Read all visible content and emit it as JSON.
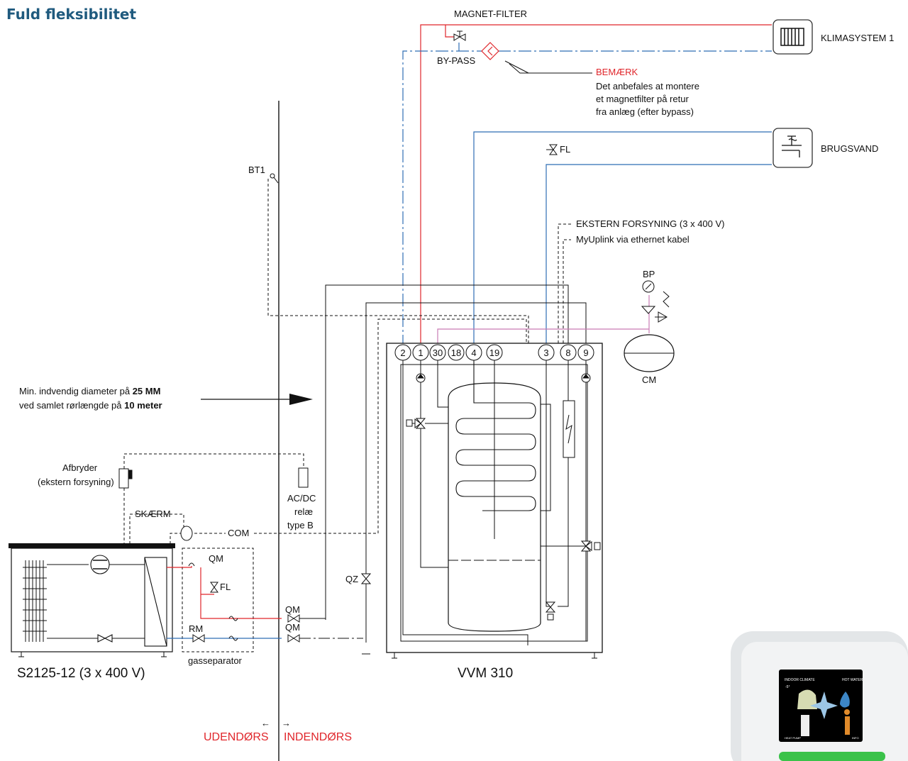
{
  "title": "Fuld fleksibilitet",
  "labels": {
    "magnet_filter": "MAGNET-FILTER",
    "by_pass": "BY-PASS",
    "klimasystem": "KLIMASYSTEM 1",
    "brugsvand": "BRUGSVAND",
    "bemaerk": "BEMÆRK",
    "note_lines": [
      "Det anbefales at montere",
      "et magnetfilter på retur",
      "fra anlæg (efter bypass)"
    ],
    "fl": "FL",
    "bt1": "BT1",
    "ekstern_forsyning": "EKSTERN FORSYNING (3 x 400 V)",
    "myuplink": "MyUplink via ethernet kabel",
    "bp": "BP",
    "cm": "CM",
    "diameter_line1": {
      "pre": "Min. indvendig diameter på ",
      "bold": "25 MM"
    },
    "diameter_line2": {
      "pre": "ved samlet rørlængde på ",
      "bold": "10 meter"
    },
    "afbryder": [
      "Afbryder",
      "(ekstern forsyning)"
    ],
    "skaerm": "SKÆRM",
    "com": "COM",
    "acdc": [
      "AC/DC",
      "relæ",
      "type B"
    ],
    "qm": "QM",
    "qz": "QZ",
    "rm": "RM",
    "gasseparator": "gasseparator",
    "outdoor_unit": "S2125-12 (3 x 400 V)",
    "indoor_unit": "VVM 310",
    "udendors": "UDENDØRS",
    "indendors": "INDENDØRS",
    "arrow_left": "←",
    "arrow_right": "→"
  },
  "connections": [
    "2",
    "1",
    "30",
    "18",
    "4",
    "19",
    "3",
    "8",
    "9"
  ],
  "display": {
    "indoor_climate": "INDOOR CLIMATE",
    "hot_water": "HOT WATER",
    "heat_pump": "HEAT PUMP",
    "info": "INFO",
    "temp": "-5°"
  },
  "colors": {
    "title": "#1f5a7e",
    "supply_red": "#e0262b",
    "return_blue": "#2f6db5",
    "pink": "#c97bb5",
    "warning_red": "#e0262b",
    "led_green": "#3bc24a"
  }
}
